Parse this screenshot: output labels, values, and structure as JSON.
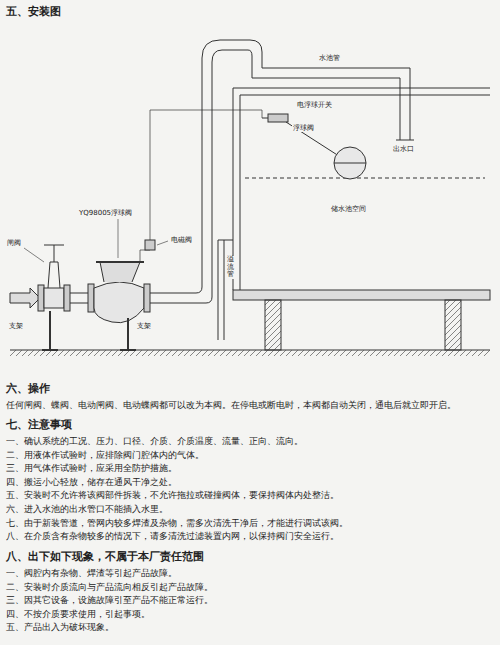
{
  "diagram": {
    "title": "五、安装图",
    "labels": [
      "水池管",
      "电浮球开关",
      "浮球阀",
      "出水口",
      "储水池空间",
      "YQ98005浮球阀",
      "电磁阀",
      "闸阀",
      "支架",
      "支架",
      "溢流管",
      "六、操作",
      "任何闸阀、蝶阀、电动闸阀、电动蝶阀都可以改为本阀。在停电或断电时，本阀都自动关闭，通电后就立即开启。",
      "七、注意事项",
      "一、确认系统的工况、压力、口径、介质、介质温度、流量、正向、流向。",
      "二、用液体作试验时，应排除阀门腔体内的气体。",
      "三、用气体作试验时，应采用全防护措施。",
      "四、搬运小心轻放，储存在通风干净之处。",
      "五、安装时不允许将该阀部件拆装，不允许拖拉或碰撞阀体，要保持阀体内处整洁。",
      "六、进入水池的出水管口不能插入水里。",
      "七、由于新装管道，管网内较多焊渣及杂物，需多次清洗干净后，才能进行调试该阀。",
      "八、在介质含有杂物较多的情况下，请多清洗过滤装置内网，以保持阀门安全运行。",
      "八、出下如下现象，不属于本厂责任范围",
      "一、阀腔内有杂物、焊渣等引起产品故障。",
      "二、安装时介质流向与产品流向相反引起产品故障。",
      "三、因其它设备，设施故障引至产品不能正常运行。",
      "四、不按介质要求使用，引起事项。",
      "五、产品出入为破坏现象。"
    ]
  }
}
